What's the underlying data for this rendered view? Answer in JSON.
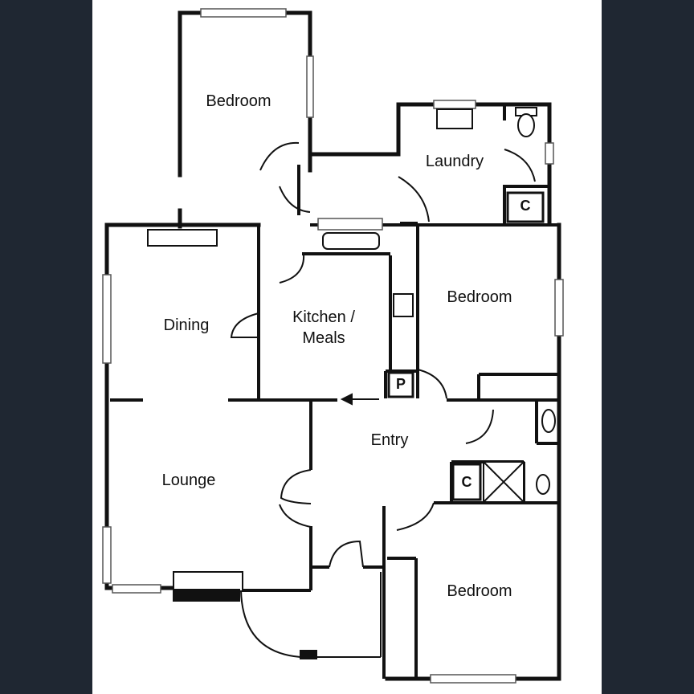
{
  "colors": {
    "background": "#1f2732",
    "sheet": "#ffffff",
    "wall": "#111111"
  },
  "rooms": {
    "bedroom_top": "Bedroom",
    "laundry": "Laundry",
    "dining": "Dining",
    "kitchen_line1": "Kitchen /",
    "kitchen_line2": "Meals",
    "bedroom_right": "Bedroom",
    "entry": "Entry",
    "lounge": "Lounge",
    "bedroom_bottom": "Bedroom"
  },
  "fixtures": {
    "laundry_cupboard": "C",
    "pantry": "P",
    "hall_cupboard": "C"
  }
}
